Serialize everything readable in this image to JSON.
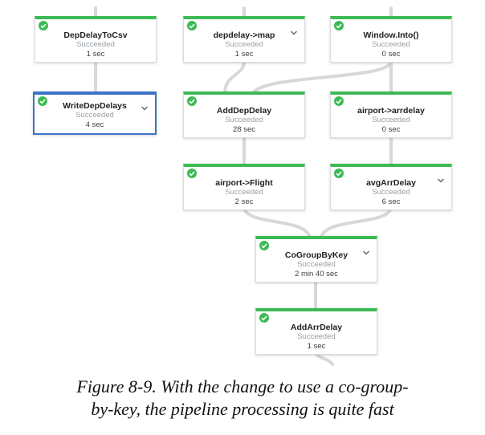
{
  "nodes": {
    "depdelaytocsv": {
      "name": "DepDelayToCsv",
      "status": "Succeeded",
      "duration": "1 sec"
    },
    "depdelay_map": {
      "name": "depdelay->map",
      "status": "Succeeded",
      "duration": "1 sec"
    },
    "window_into": {
      "name": "Window.Into()",
      "status": "Succeeded",
      "duration": "0 sec"
    },
    "writedepdelays": {
      "name": "WriteDepDelays",
      "status": "Succeeded",
      "duration": "4 sec"
    },
    "adddepdelay": {
      "name": "AddDepDelay",
      "status": "Succeeded",
      "duration": "28 sec"
    },
    "airport_arrdelay": {
      "name": "airport->arrdelay",
      "status": "Succeeded",
      "duration": "0 sec"
    },
    "airport_flight": {
      "name": "airport->Flight",
      "status": "Succeeded",
      "duration": "2 sec"
    },
    "avgarrdelay": {
      "name": "avgArrDelay",
      "status": "Succeeded",
      "duration": "6 sec"
    },
    "cogroupbykey": {
      "name": "CoGroupByKey",
      "status": "Succeeded",
      "duration": "2 min 40 sec"
    },
    "addarrdelay": {
      "name": "AddArrDelay",
      "status": "Succeeded",
      "duration": "1 sec"
    }
  },
  "caption": {
    "line1": "Figure 8-9. With the change to use a co-group-",
    "line2": "by-key, the pipeline processing is quite fast"
  },
  "colors": {
    "success": "#3cba54",
    "selected": "#3b73c9",
    "edge": "#d8d8d8"
  }
}
